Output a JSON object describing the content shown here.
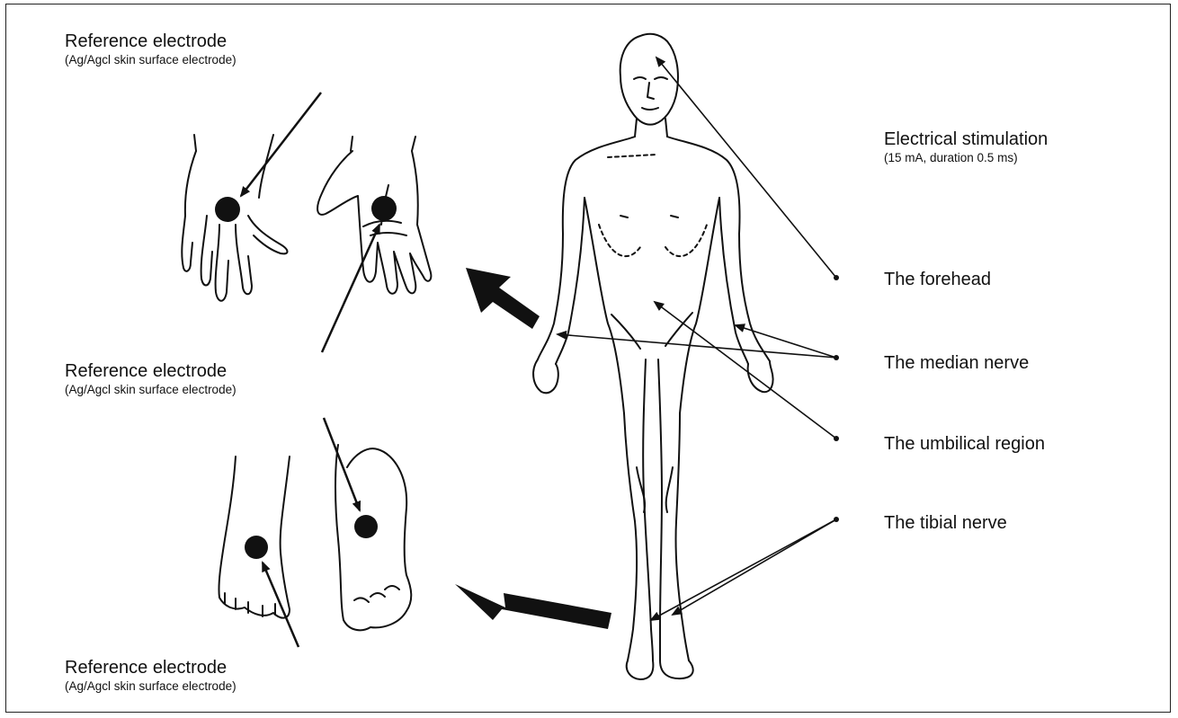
{
  "labels": {
    "reference_electrode_hand": {
      "title": "Reference electrode",
      "subtitle": "(Ag/Agcl skin surface electrode)"
    },
    "reference_electrode_middle": {
      "title": "Reference electrode",
      "subtitle": "(Ag/Agcl skin surface electrode)"
    },
    "reference_electrode_foot": {
      "title": "Reference electrode",
      "subtitle": "(Ag/Agcl skin surface electrode)"
    },
    "stimulation": {
      "title": "Electrical stimulation",
      "subtitle": "(15 mA, duration 0.5 ms)"
    }
  },
  "stimulation_sites": [
    "The forehead",
    "The median nerve",
    "The umbilical region",
    "The tibial nerve"
  ],
  "colors": {
    "ink": "#111111",
    "electrode": "#111111",
    "background": "#ffffff"
  }
}
